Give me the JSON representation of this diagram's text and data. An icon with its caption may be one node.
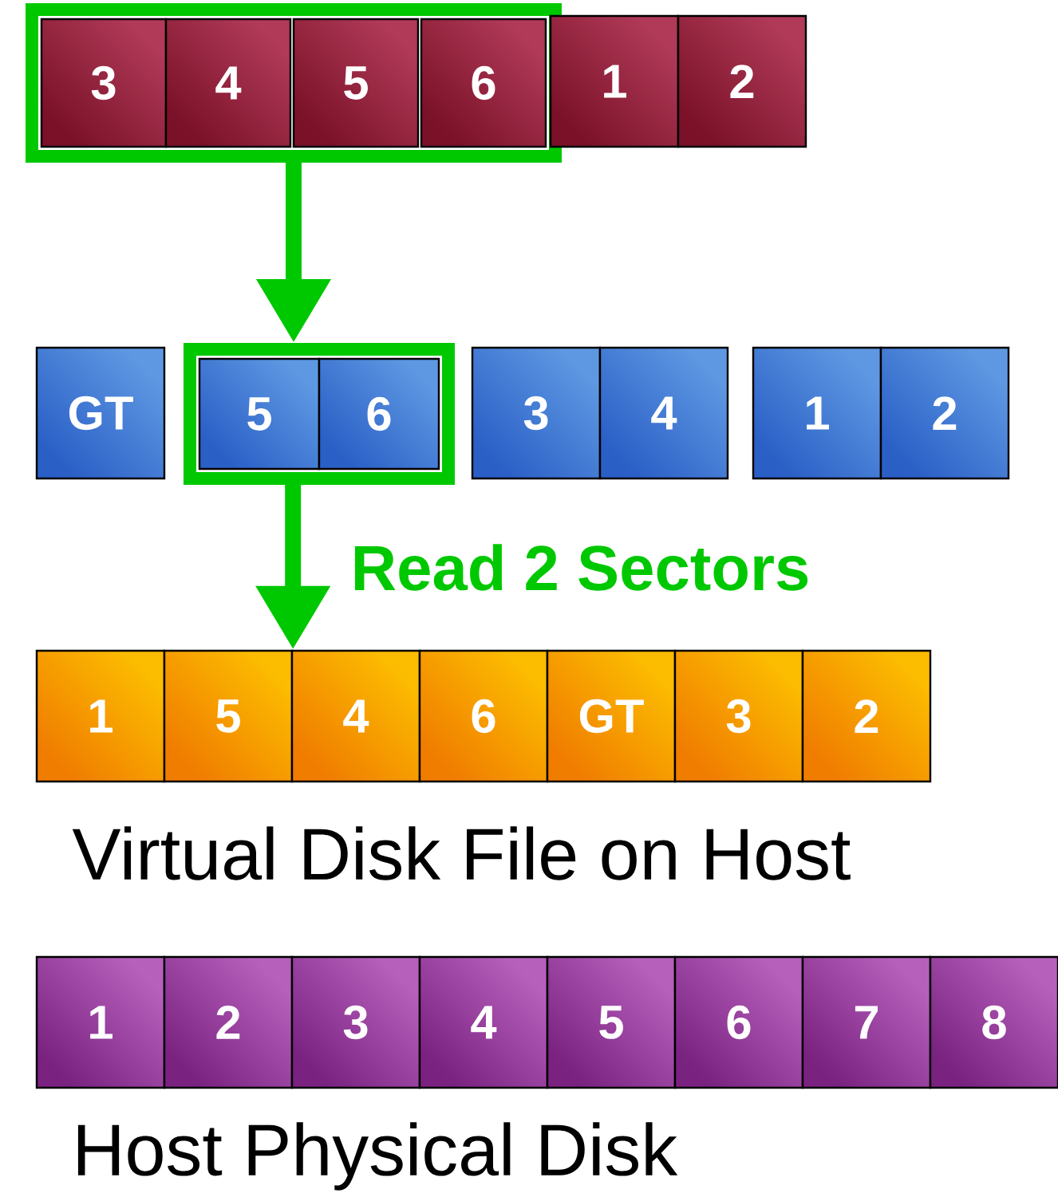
{
  "diagram": {
    "nodes": [
      {
        "text": [],
        "shape": "box"
      },
      {
        "text": [
          "3"
        ],
        "in": 0
      },
      {
        "text": [
          "4"
        ],
        "in": 0
      },
      {
        "text": [
          "5"
        ],
        "in": 0
      },
      {
        "text": [
          "6"
        ],
        "in": 0
      },
      {
        "text": [
          "1"
        ]
      },
      {
        "text": [
          "2"
        ]
      },
      {
        "text": [
          "GT"
        ]
      },
      {
        "text": [],
        "shape": "box"
      },
      {
        "text": [
          "5"
        ],
        "in": 8
      },
      {
        "text": [
          "6"
        ],
        "in": 8
      },
      {
        "text": [
          "3"
        ]
      },
      {
        "text": [
          "4"
        ]
      },
      {
        "text": [
          "1"
        ]
      },
      {
        "text": [
          "2"
        ]
      },
      {
        "text": [
          "1"
        ]
      },
      {
        "text": [
          "5"
        ]
      },
      {
        "text": [
          "4"
        ]
      },
      {
        "text": [
          "6"
        ]
      },
      {
        "text": [
          "GT"
        ]
      },
      {
        "text": [
          "3"
        ]
      },
      {
        "text": [
          "2"
        ]
      },
      {
        "text": [
          "1"
        ]
      },
      {
        "text": [
          "2"
        ]
      },
      {
        "text": [
          "3"
        ]
      },
      {
        "text": [
          "4"
        ]
      },
      {
        "text": [
          "5"
        ]
      },
      {
        "text": [
          "6"
        ]
      },
      {
        "text": [
          "7"
        ]
      },
      {
        "text": [
          "8"
        ]
      }
    ],
    "edges": [
      {
        "from": 0,
        "to": 8,
        "arrow": "to"
      },
      {
        "from": 8,
        "to": 16,
        "arrow": "to",
        "label": "Read 2 Sectors"
      }
    ],
    "labels": [
      "Virtual Disk File on Host",
      "Host Physical Disk"
    ]
  }
}
